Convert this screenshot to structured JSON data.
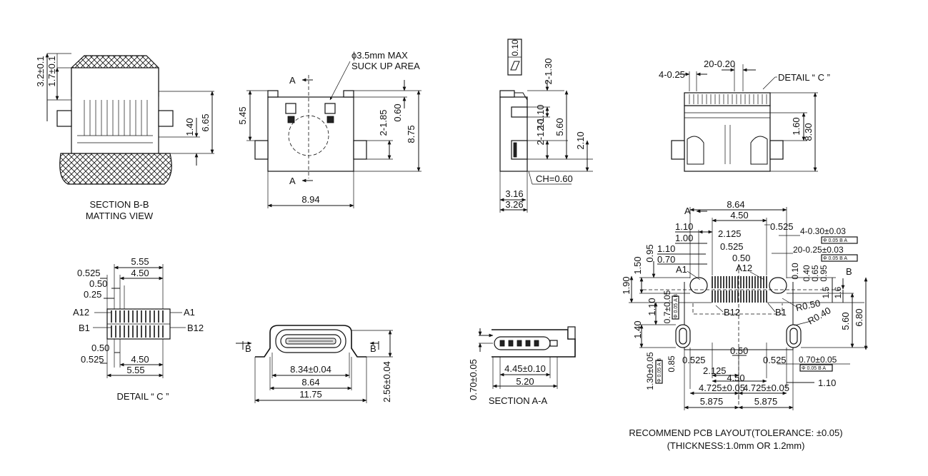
{
  "views": {
    "section_bb": {
      "caption_line1": "SECTION B-B",
      "caption_line2": "MATTING VIEW",
      "dims": [
        "3.2±0.1",
        "1.7±0.1",
        "1.40",
        "6.65"
      ]
    },
    "front_view": {
      "note_line1": "ϕ3.5mm MAX",
      "note_line2": "SUCK UP AREA",
      "marker_a": "A",
      "dims": [
        "5.45",
        "2-1.85",
        "0.60",
        "8.75",
        "8.94"
      ]
    },
    "side_view": {
      "flatness_value": "0.10",
      "dims": [
        "2-1.30",
        "2-1.10",
        "5.60",
        "2-1.10",
        "2.10",
        "CH=0.60",
        "3.16",
        "3.26"
      ]
    },
    "back_view": {
      "detail_label": "DETAIL “ C ”",
      "dims": [
        "4-0.25",
        "20-0.20",
        "1.60",
        "8.30"
      ]
    },
    "detail_c": {
      "caption": "DETAIL “ C ”",
      "top_dims": [
        "5.55",
        "0.525",
        "4.50",
        "0.50",
        "0.25"
      ],
      "bottom_dims": [
        "0.50",
        "0.525",
        "4.50",
        "5.55"
      ],
      "pins": [
        "A12",
        "A1",
        "B1",
        "B12"
      ]
    },
    "bottom_view": {
      "marker_b": "B",
      "dims": [
        "8.34±0.04",
        "8.64",
        "11.75",
        "2.56±0.04"
      ]
    },
    "section_aa": {
      "caption": "SECTION A-A",
      "dims": [
        "0.70±0.05",
        "4.45±0.10",
        "5.20"
      ]
    },
    "pcb_layout": {
      "caption_line1": "RECOMMEND PCB LAYOUT(TOLERANCE: ±0.05)",
      "caption_line2": "(THICKNESS:1.0mm OR 1.2mm)",
      "marker_a": "A",
      "marker_b": "B",
      "top_dims": [
        "8.64",
        "4.50",
        "1.10",
        "2.125",
        "0.525",
        "1.00",
        "0.525",
        "4-0.30±0.03",
        "1.10",
        "0.50",
        "20-0.25±0.03",
        "0.70"
      ],
      "pins": [
        "A1",
        "A12",
        "B12",
        "B1"
      ],
      "left_dims": [
        "0.95",
        "1.50",
        "1.90",
        "1.10",
        "0.7±0.05",
        "1.40",
        "1.30±0.05",
        "0.85"
      ],
      "right_dims": [
        "0.10",
        "0.40",
        "0.65",
        "0.95",
        "1.5",
        "1.6",
        "R0.50",
        "R0.40",
        "5.60",
        "6.80"
      ],
      "bottom_dims": [
        "0.525",
        "0.50",
        "0.525",
        "0.70±0.05",
        "2.125",
        "4.50",
        "4.725±0.05",
        "4.725±0.05",
        "1.10",
        "5.875",
        "5.875"
      ],
      "tol_tags": [
        "Φ 0.05 B A",
        "Φ 0.05 B A",
        "Φ 0.05 B A",
        "Φ 0.05 A B",
        "Φ 0.05 A B"
      ]
    }
  }
}
